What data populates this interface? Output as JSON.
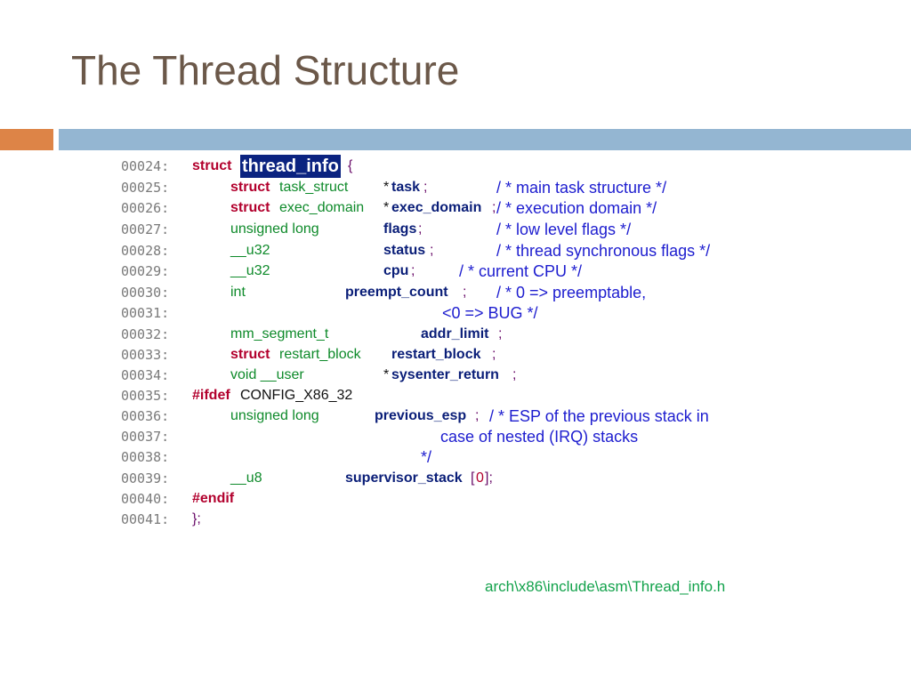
{
  "title": "The Thread Structure",
  "accent_colors": {
    "orange": "#dd8447",
    "blue": "#94b6d2"
  },
  "code": {
    "line_numbers": [
      "00024:",
      "00025:",
      "00026:",
      "00027:",
      "00028:",
      "00029:",
      "00030:",
      "00031:",
      "00032:",
      "00033:",
      "00034:",
      "00035:",
      "00036:",
      "00037:",
      "00038:",
      "00039:",
      "00040:",
      "00041:"
    ],
    "l24": {
      "kw": "struct",
      "name": "thread_info",
      "brace": "{"
    },
    "l25": {
      "kw": "struct",
      "type": "task_struct",
      "star": "*",
      "name": "task",
      "semi": ";",
      "comment": "/ * main task structure */"
    },
    "l26": {
      "kw": "struct",
      "type": "exec_domain",
      "star": "*",
      "name": "exec_domain",
      "semi": ";",
      "comment": "/ * execution domain */"
    },
    "l27": {
      "type": "unsigned long",
      "name": "flags",
      "semi": ";",
      "comment": "/ * low level flags */"
    },
    "l28": {
      "type": "__u32",
      "name": "status",
      "semi": ";",
      "comment": "/ * thread synchronous flags */"
    },
    "l29": {
      "type": "__u32",
      "name": "cpu",
      "semi": ";",
      "comment": "/ * current CPU */"
    },
    "l30": {
      "type": "int",
      "name": "preempt_count",
      "semi": ";",
      "comment": "/ * 0 => preemptable,"
    },
    "l31": {
      "comment": "<0 => BUG */"
    },
    "l32": {
      "type": "mm_segment_t",
      "name": "addr_limit",
      "semi": ";"
    },
    "l33": {
      "kw": "struct",
      "type": "restart_block",
      "name": "restart_block",
      "semi": ";"
    },
    "l34": {
      "type": "void __user",
      "star": "*",
      "name": "sysenter_return",
      "semi": ";"
    },
    "l35": {
      "kw": "#ifdef",
      "macro": "CONFIG_X86_32"
    },
    "l36": {
      "type": "unsigned long",
      "name": "previous_esp",
      "semi": ";",
      "comment": "/ * ESP of the previous stack in"
    },
    "l37": {
      "comment": "case of nested (IRQ) stacks"
    },
    "l38": {
      "comment": "*/"
    },
    "l39": {
      "type": "__u8",
      "name": "supervisor_stack",
      "bracket_open": "[",
      "index": "0",
      "bracket_close": "];"
    },
    "l40": {
      "kw": "#endif"
    },
    "l41": {
      "close": "};"
    }
  },
  "file_path": "arch\\x86\\include\\asm\\Thread_info.h"
}
